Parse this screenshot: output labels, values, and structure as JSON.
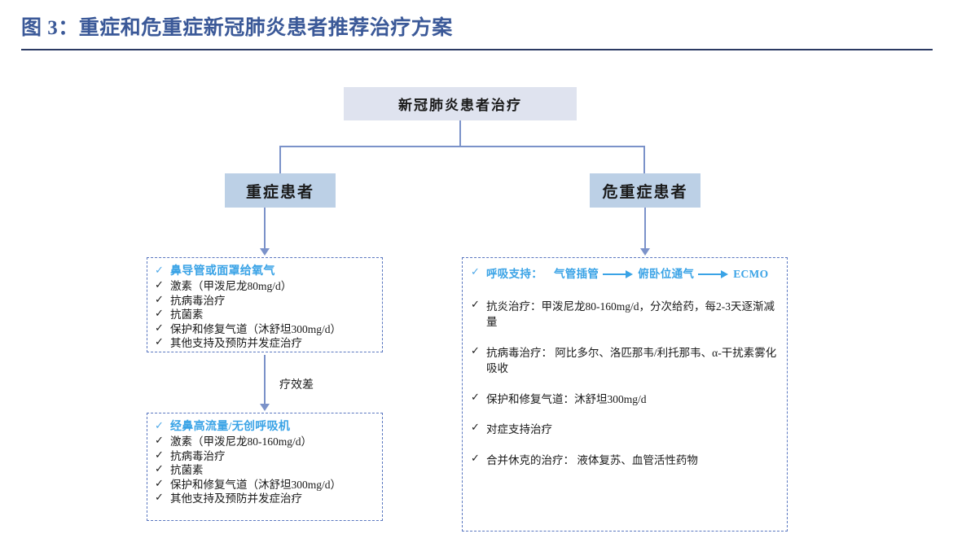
{
  "header": {
    "title": "图 3：重症和危重症新冠肺炎患者推荐治疗方案",
    "rule_color": "#2b3a63",
    "title_color": "#3b5998"
  },
  "colors": {
    "root_box_fill": "#dfe3ef",
    "branch_box_fill": "#bcd0e6",
    "connector": "#7b92c9",
    "dashed_border": "#5a77c0",
    "accent_text": "#3aa3e6",
    "body_text": "#1a1a1a"
  },
  "diagram": {
    "root": {
      "label": "新冠肺炎患者治疗"
    },
    "branches": {
      "severe": {
        "label": "重症患者"
      },
      "critical": {
        "label": "危重症患者"
      }
    },
    "mid_label": "疗效差",
    "panel_left_1": {
      "items": [
        {
          "text": "鼻导管或面罩给氧气",
          "accent": true
        },
        {
          "text": "激素（甲泼尼龙80mg/d）",
          "accent": false
        },
        {
          "text": "抗病毒治疗",
          "accent": false
        },
        {
          "text": "抗菌素",
          "accent": false
        },
        {
          "text": "保护和修复气道（沐舒坦300mg/d）",
          "accent": false
        },
        {
          "text": "其他支持及预防并发症治疗",
          "accent": false
        }
      ]
    },
    "panel_left_2": {
      "items": [
        {
          "text": "经鼻高流量/无创呼吸机",
          "accent": true
        },
        {
          "text": "激素（甲泼尼龙80-160mg/d）",
          "accent": false
        },
        {
          "text": "抗病毒治疗",
          "accent": false
        },
        {
          "text": "抗菌素",
          "accent": false
        },
        {
          "text": "保护和修复气道（沐舒坦300mg/d）",
          "accent": false
        },
        {
          "text": "其他支持及预防并发症治疗",
          "accent": false
        }
      ]
    },
    "panel_right": {
      "respiratory_support": {
        "label": "呼吸支持：",
        "step1": "气管插管",
        "step2": "俯卧位通气",
        "step3": "ECMO"
      },
      "items": [
        {
          "text": "抗炎治疗：甲泼尼龙80-160mg/d，分次给药，每2-3天逐渐减量"
        },
        {
          "text": "抗病毒治疗： 阿比多尔、洛匹那韦/利托那韦、α-干扰素雾化吸收"
        },
        {
          "text": "保护和修复气道：沐舒坦300mg/d"
        },
        {
          "text": "对症支持治疗"
        },
        {
          "text": "合并休克的治疗： 液体复苏、血管活性药物"
        }
      ]
    },
    "check_glyph": "✓"
  }
}
